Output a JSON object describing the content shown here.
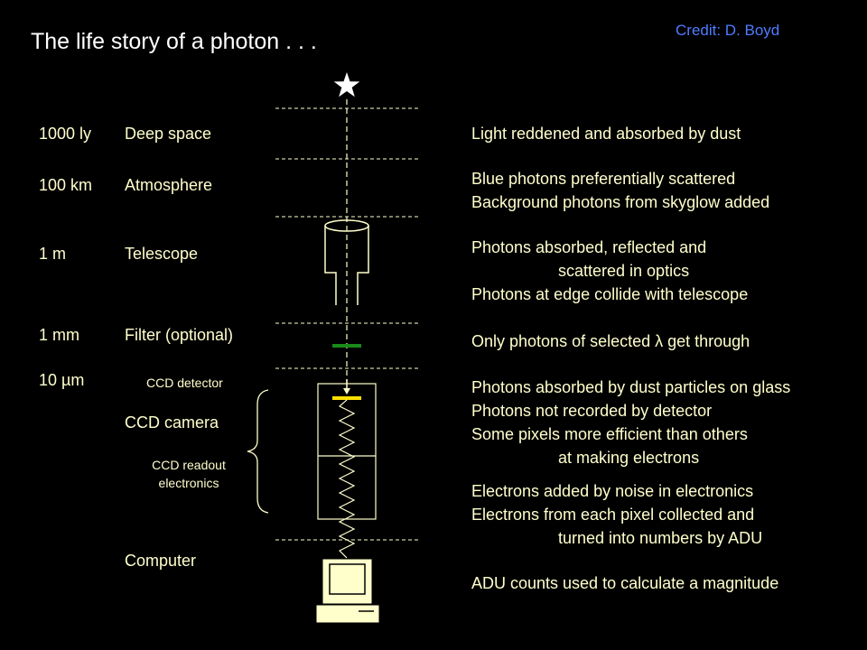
{
  "title": "The life story of a photon . . .",
  "credit": "Credit: D. Boyd",
  "colors": {
    "background": "#000000",
    "text": "#ffffcc",
    "title": "#ffffff",
    "credit": "#4f7cff",
    "filter": "#1a8a1a",
    "ccd_detector": "#ffe000"
  },
  "icons": {
    "source": "star-icon",
    "end": "computer-icon"
  },
  "stages": [
    {
      "scale": "1000 ly",
      "name": "Deep space"
    },
    {
      "scale": "100 km",
      "name": "Atmosphere"
    },
    {
      "scale": "1 m",
      "name": "Telescope"
    },
    {
      "scale": "1 mm",
      "name": "Filter (optional)"
    },
    {
      "scale": "10 µm",
      "name": "CCD detector"
    },
    {
      "scale": "",
      "name": "CCD camera"
    },
    {
      "scale": "",
      "name": "CCD readout electronics"
    },
    {
      "scale": "",
      "name": "Computer"
    }
  ],
  "descriptions": {
    "deep_space": [
      "Light reddened and absorbed by dust"
    ],
    "atmosphere": [
      "Blue photons preferentially scattered",
      "Background photons from skyglow added"
    ],
    "telescope": [
      "Photons absorbed, reflected and",
      "scattered in optics",
      "Photons at edge collide with telescope"
    ],
    "filter": [
      "Only photons of selected λ get through"
    ],
    "ccd_detector": [
      "Photons absorbed by dust particles on glass",
      "Photons not recorded by detector",
      "Some pixels more efficient than others",
      "at making electrons"
    ],
    "electronics": [
      "Electrons added by noise in electronics",
      "Electrons from each pixel collected and",
      "turned into numbers by ADU"
    ],
    "computer": [
      "ADU counts used to calculate a magnitude"
    ]
  }
}
